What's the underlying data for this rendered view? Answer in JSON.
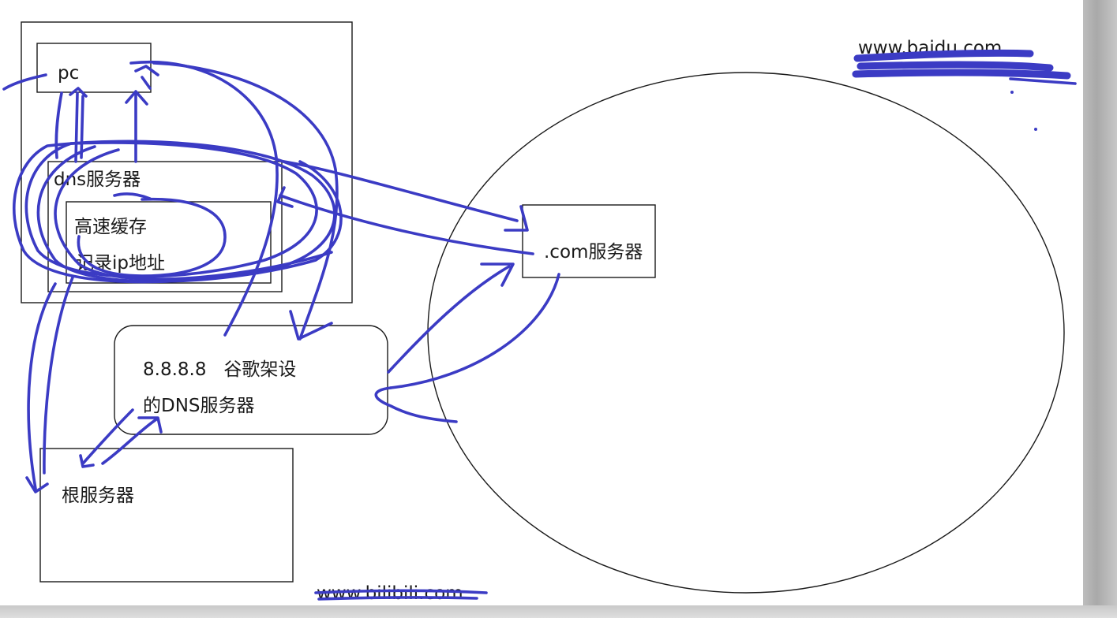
{
  "nodes": {
    "pc": "pc",
    "dns_server": "dns服务器",
    "cache_line1": "高速缓存",
    "cache_line2": "记录ip地址",
    "com_server": ".com服务器",
    "google_dns_line1": "8.8.8.8   谷歌架设",
    "google_dns_line2": "的DNS服务器",
    "root_server": "根服务器"
  },
  "annotations": {
    "top_right_domain": "www.baidu.com",
    "bottom_domain": "www.bilibili.com"
  },
  "colors": {
    "ink": "#3b3bc4",
    "outline": "#1a1a1a",
    "canvas": "#ffffff"
  }
}
